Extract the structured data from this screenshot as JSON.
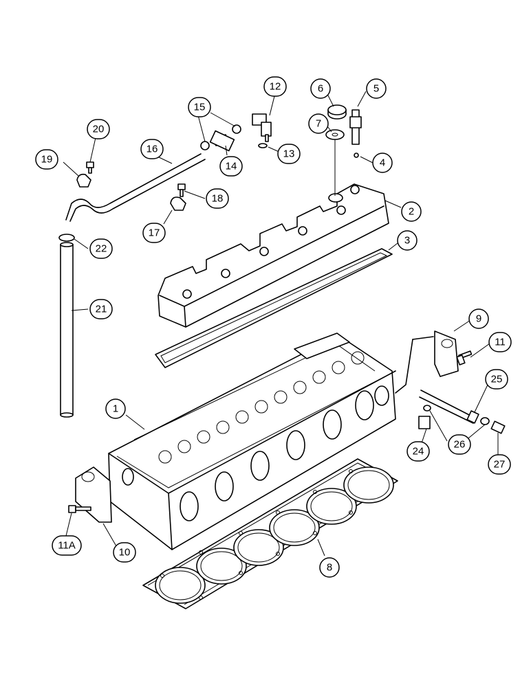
{
  "diagram": {
    "callouts": [
      {
        "id": "c1",
        "label": "1"
      },
      {
        "id": "c2",
        "label": "2"
      },
      {
        "id": "c3",
        "label": "3"
      },
      {
        "id": "c4",
        "label": "4"
      },
      {
        "id": "c5",
        "label": "5"
      },
      {
        "id": "c6",
        "label": "6"
      },
      {
        "id": "c7",
        "label": "7"
      },
      {
        "id": "c8",
        "label": "8"
      },
      {
        "id": "c9",
        "label": "9"
      },
      {
        "id": "c10",
        "label": "10"
      },
      {
        "id": "c11",
        "label": "11"
      },
      {
        "id": "c11a",
        "label": "11A"
      },
      {
        "id": "c12",
        "label": "12"
      },
      {
        "id": "c13",
        "label": "13"
      },
      {
        "id": "c14",
        "label": "14"
      },
      {
        "id": "c15",
        "label": "15"
      },
      {
        "id": "c16",
        "label": "16"
      },
      {
        "id": "c17",
        "label": "17"
      },
      {
        "id": "c18",
        "label": "18"
      },
      {
        "id": "c19",
        "label": "19"
      },
      {
        "id": "c20",
        "label": "20"
      },
      {
        "id": "c21",
        "label": "21"
      },
      {
        "id": "c22",
        "label": "22"
      },
      {
        "id": "c24",
        "label": "24"
      },
      {
        "id": "c25",
        "label": "25"
      },
      {
        "id": "c26",
        "label": "26"
      },
      {
        "id": "c27",
        "label": "27"
      }
    ]
  }
}
